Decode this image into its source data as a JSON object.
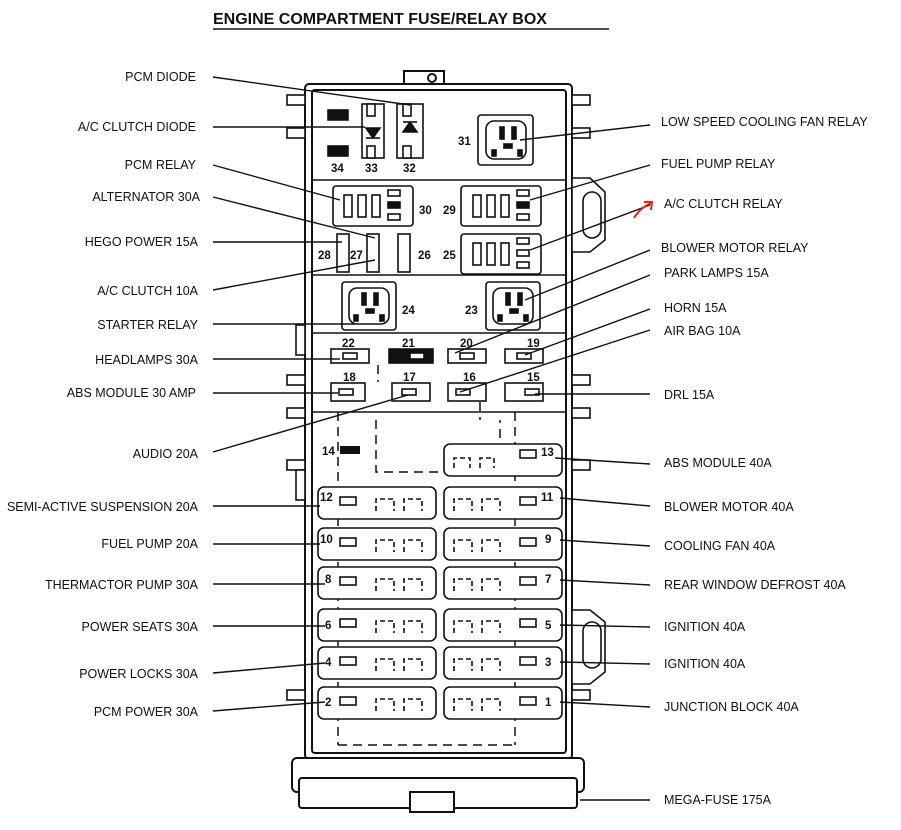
{
  "title": "ENGINE COMPARTMENT FUSE/RELAY BOX",
  "left_labels": {
    "pcm_diode": "PCM DIODE",
    "ac_clutch_diode": "A/C CLUTCH DIODE",
    "pcm_relay": "PCM  RELAY",
    "alternator": "ALTERNATOR 30A",
    "hego_power": "HEGO POWER 15A",
    "ac_clutch_10a": "A/C CLUTCH 10A",
    "starter_relay": "STARTER  RELAY",
    "headlamps": "HEADLAMPS 30A",
    "abs_module_30": "ABS MODULE 30 AMP",
    "audio": "AUDIO 20A",
    "semi_active": "SEMI-ACTIVE SUSPENSION 20A",
    "fuel_pump_20": "FUEL PUMP 20A",
    "thermactor": "THERMACTOR PUMP 30A",
    "power_seats": "POWER SEATS 30A",
    "power_locks": "POWER LOCKS 30A",
    "pcm_power": "PCM POWER 30A"
  },
  "right_labels": {
    "low_speed_fan": "LOW SPEED COOLING FAN  RELAY",
    "fuel_pump_relay": "FUEL PUMP  RELAY",
    "ac_clutch_relay": "A/C  CLUTCH  RELAY",
    "blower_relay": "BLOWER MOTOR RELAY",
    "park_lamps": "PARK LAMPS 15A",
    "horn": "HORN 15A",
    "air_bag": "AIR BAG 10A",
    "drl": "DRL 15A",
    "abs_module_40": "ABS MODULE 40A",
    "blower_40": "BLOWER MOTOR 40A",
    "cooling_fan": "COOLING FAN 40A",
    "rear_defrost": "REAR WINDOW DEFROST 40A",
    "ignition_a": "IGNITION 40A",
    "ignition_b": "IGNITION 40A",
    "junction": "JUNCTION BLOCK 40A",
    "mega_fuse": "MEGA-FUSE 175A"
  },
  "positions": {
    "p1": "1",
    "p2": "2",
    "p3": "3",
    "p4": "4",
    "p5": "5",
    "p6": "6",
    "p7": "7",
    "p8": "8",
    "p9": "9",
    "p10": "10",
    "p11": "11",
    "p12": "12",
    "p13": "13",
    "p14": "14",
    "p15": "15",
    "p16": "16",
    "p17": "17",
    "p18": "18",
    "p19": "19",
    "p20": "20",
    "p21": "21",
    "p22": "22",
    "p23": "23",
    "p24": "24",
    "p25": "25",
    "p26": "26",
    "p27": "27",
    "p28": "28",
    "p29": "29",
    "p30": "30",
    "p31": "31",
    "p32": "32",
    "p33": "33",
    "p34": "34"
  },
  "colors": {
    "ink": "#111111",
    "highlight_arrow": "#e0261a"
  }
}
